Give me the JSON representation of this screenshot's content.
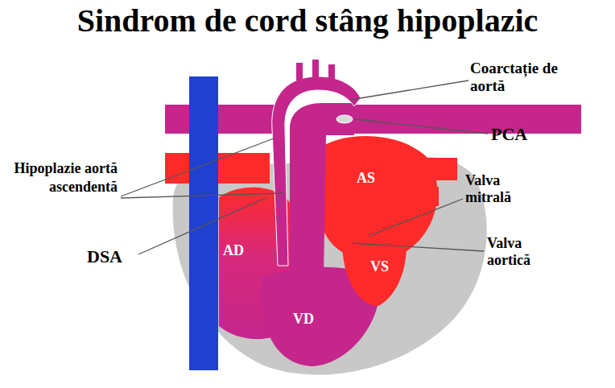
{
  "diagram": {
    "title": "Sindrom de cord stâng hipoplazic",
    "labels": [
      "Coarctație de aortă",
      "PCA",
      "Hipoplazie aortă ascendentă",
      "AS",
      "Valva mitrală",
      "DSA",
      "AD",
      "Valva aortică",
      "VS",
      "VD"
    ]
  }
}
